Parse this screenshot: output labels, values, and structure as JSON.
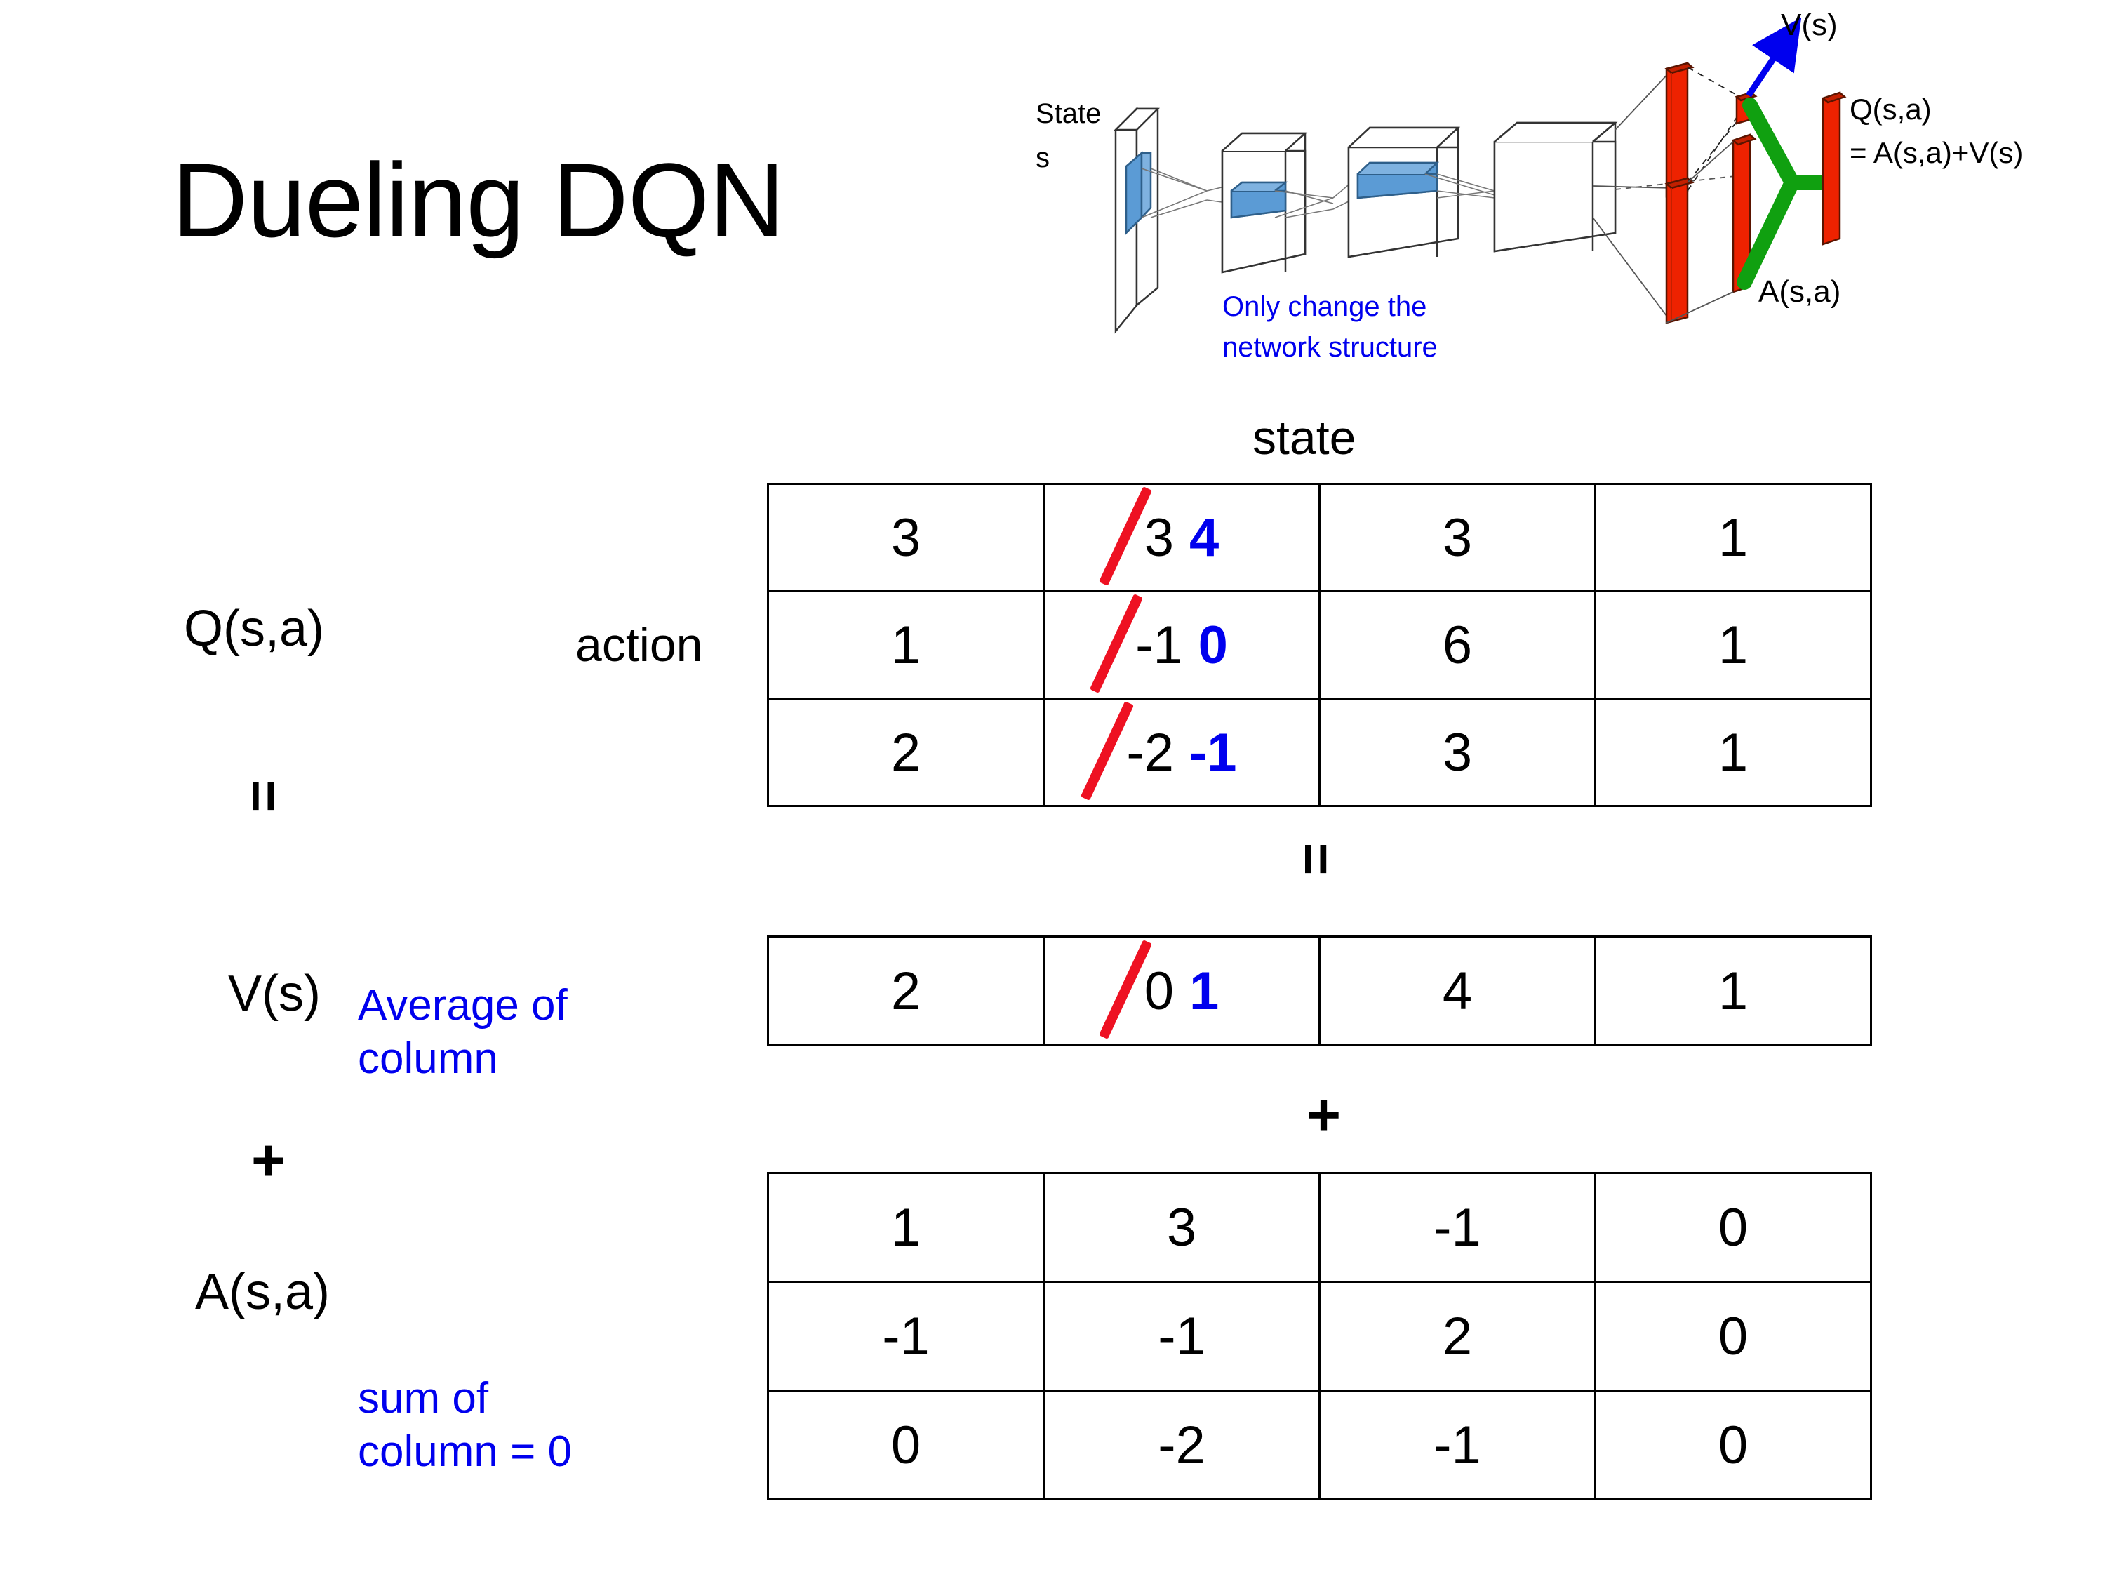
{
  "slide": {
    "title": "Dueling DQN"
  },
  "diagram": {
    "name": "dueling-dqn-network-architecture",
    "state_label_line1": "State",
    "state_label_line2": "s",
    "note_line1": "Only change the",
    "note_line2": "network structure",
    "value_label": "V(s)",
    "advantage_label": "A(s,a)",
    "q_label_line1": "Q(s,a)",
    "q_label_line2": "= A(s,a)+V(s)",
    "colors": {
      "note": "#0000EE",
      "arrow": "#0000EE",
      "bar": "#EE2200",
      "merge": "#10A010",
      "feature": "#5B9BD5"
    }
  },
  "labels": {
    "state_axis": "state",
    "action_axis": "action",
    "q": "Q(s,a)",
    "v": "V(s)",
    "a": "A(s,a)",
    "equals": "=",
    "plus": "+",
    "avg_note_line1": "Average of",
    "avg_note_line2": "column",
    "sum_note_line1": "sum of",
    "sum_note_line2": "column = 0"
  },
  "colors": {
    "blue": "#0000EE",
    "red": "#EE1122",
    "black": "#000000"
  },
  "chart_data": {
    "type": "table",
    "title": "Dueling DQN: Q(s,a) = V(s) + A(s,a)",
    "xlabel": "state",
    "ylabel": "action",
    "tables": [
      {
        "name": "Q(s,a)",
        "rows": 3,
        "cols": 4,
        "values": [
          [
            3,
            3,
            3,
            1
          ],
          [
            1,
            -1,
            6,
            1
          ],
          [
            2,
            -2,
            3,
            1
          ]
        ],
        "corrections": [
          {
            "row": 0,
            "col": 1,
            "old": "3",
            "new": "4"
          },
          {
            "row": 1,
            "col": 1,
            "old": "-1",
            "new": "0"
          },
          {
            "row": 2,
            "col": 1,
            "old": "-2",
            "new": "-1"
          }
        ]
      },
      {
        "name": "V(s)",
        "rows": 1,
        "cols": 4,
        "values": [
          [
            2,
            0,
            4,
            1
          ]
        ],
        "corrections": [
          {
            "row": 0,
            "col": 1,
            "old": "0",
            "new": "1"
          }
        ]
      },
      {
        "name": "A(s,a)",
        "rows": 3,
        "cols": 4,
        "values": [
          [
            1,
            3,
            -1,
            0
          ],
          [
            -1,
            -1,
            2,
            0
          ],
          [
            0,
            -2,
            -1,
            0
          ]
        ],
        "corrections": []
      }
    ]
  },
  "q_table": {
    "r0": {
      "c0": "3",
      "c1_old": "3",
      "c1_new": "4",
      "c2": "3",
      "c3": "1"
    },
    "r1": {
      "c0": "1",
      "c1_old": "-1",
      "c1_new": "0",
      "c2": "6",
      "c3": "1"
    },
    "r2": {
      "c0": "2",
      "c1_old": "-2",
      "c1_new": "-1",
      "c2": "3",
      "c3": "1"
    }
  },
  "v_table": {
    "r0": {
      "c0": "2",
      "c1_old": "0",
      "c1_new": "1",
      "c2": "4",
      "c3": "1"
    }
  },
  "a_table": {
    "r0": {
      "c0": "1",
      "c1": "3",
      "c2": "-1",
      "c3": "0"
    },
    "r1": {
      "c0": "-1",
      "c1": "-1",
      "c2": "2",
      "c3": "0"
    },
    "r2": {
      "c0": "0",
      "c1": "-2",
      "c2": "-1",
      "c3": "0"
    }
  }
}
